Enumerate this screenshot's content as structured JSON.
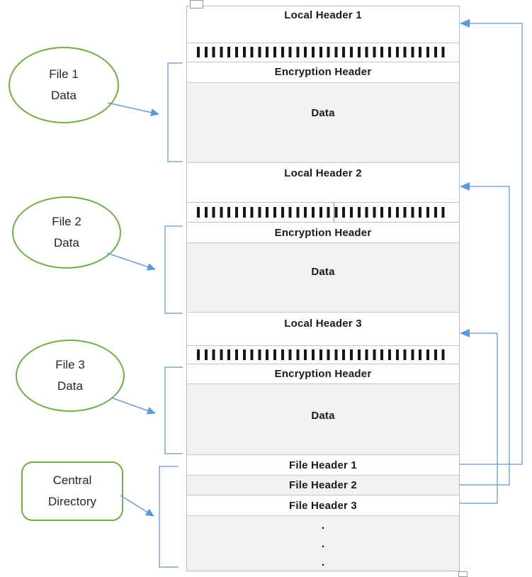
{
  "structure": {
    "local_headers": [
      "Local Header 1",
      "Local Header 2",
      "Local Header 3"
    ],
    "encryption_header_label": "Encryption Header",
    "data_label": "Data",
    "file_headers": [
      "File Header 1",
      "File Header 2",
      "File Header 3"
    ],
    "ellipsis_dots": [
      ".",
      ".",
      "."
    ],
    "hatch_bars_per_row": 33
  },
  "callouts": {
    "file1": {
      "line1": "File 1",
      "line2": "Data"
    },
    "file2": {
      "line1": "File 2",
      "line2": "Data"
    },
    "file3": {
      "line1": "File 3",
      "line2": "Data"
    },
    "central_directory": {
      "line1": "Central",
      "line2": "Directory"
    }
  },
  "colors": {
    "shape_border_green": "#70ad47",
    "connector_blue": "#5b9bd5",
    "connector_light_blue": "#7ba7d7",
    "fill_light_gray": "#f2f2f2",
    "row_border_gray": "#c6c6c6",
    "hatch_bar_black": "#161616",
    "text_color": "#1f1f1f"
  }
}
